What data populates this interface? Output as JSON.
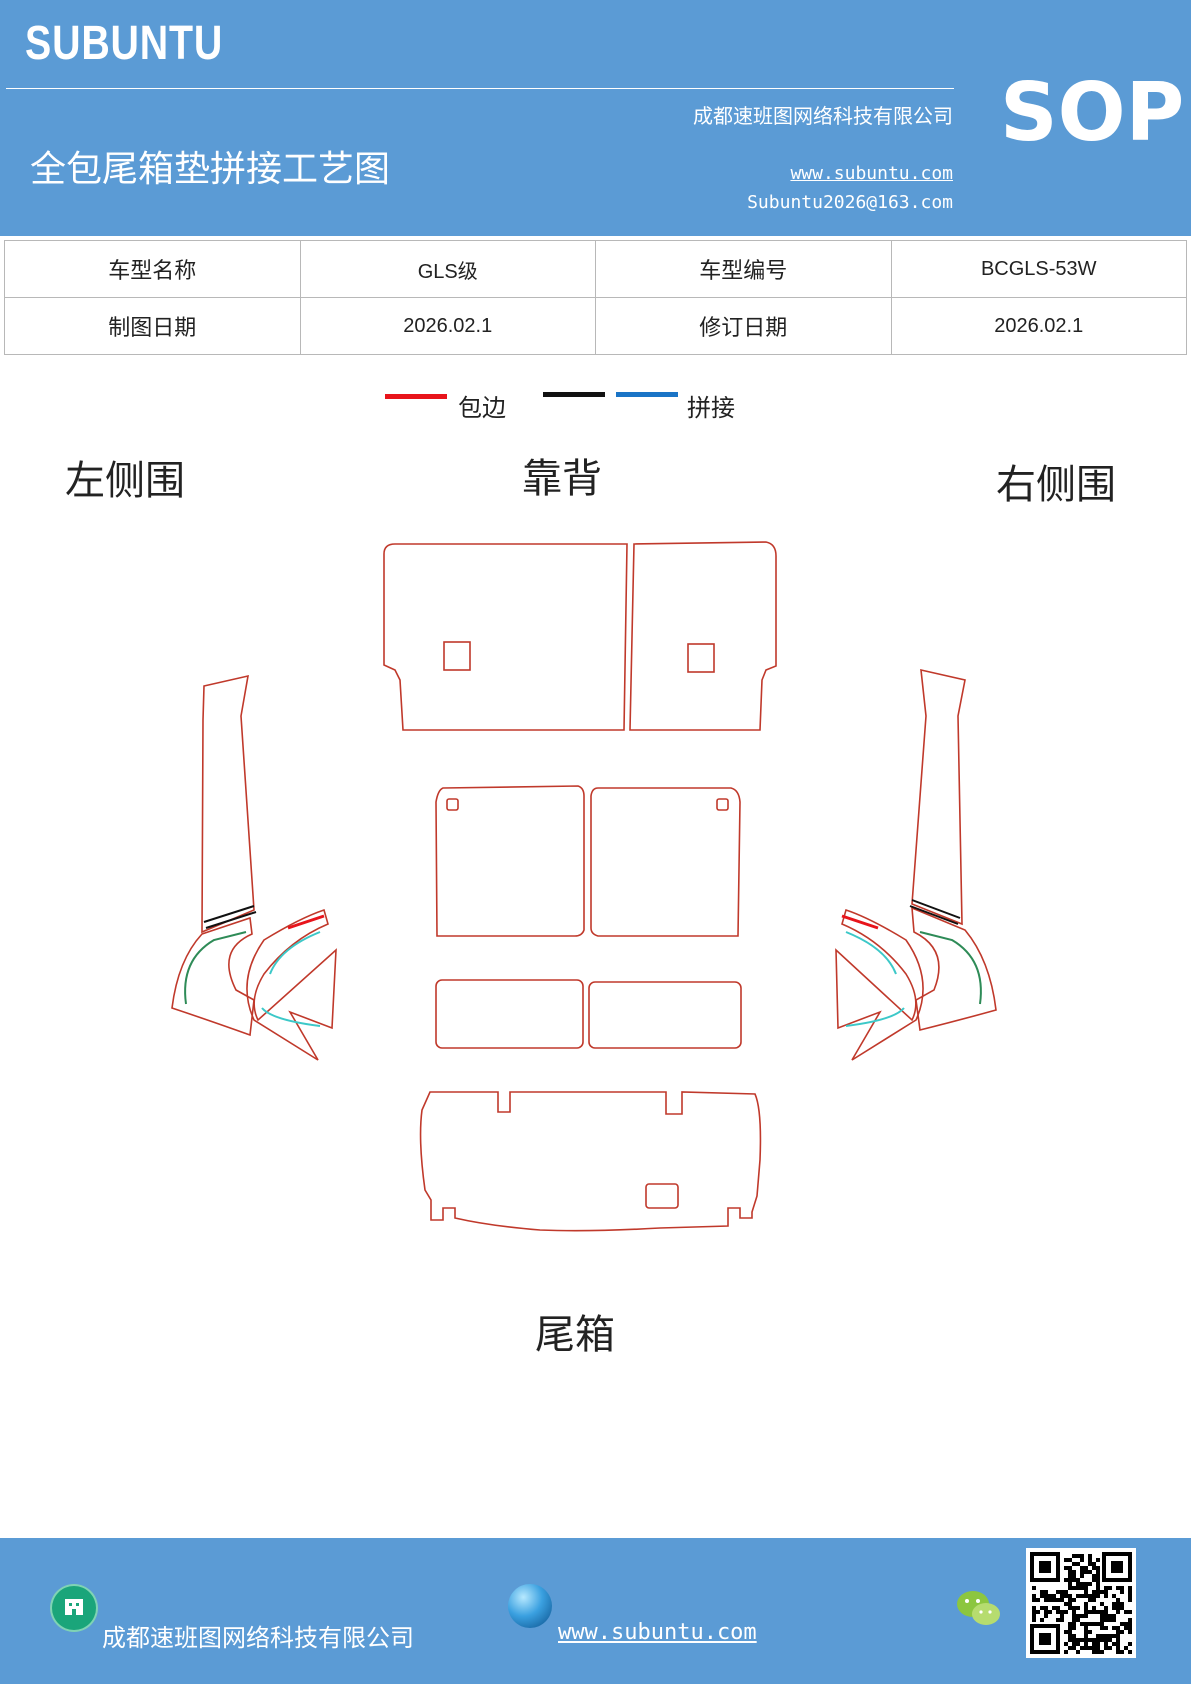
{
  "header": {
    "brand": "SUBUNTU",
    "title": "全包尾箱垫拼接工艺图",
    "company": "成都速班图网络科技有限公司",
    "website": "www.subuntu.com",
    "email": "Subuntu2026@163.com",
    "badge": "SOP",
    "background_color": "#5b9bd5"
  },
  "info_table": {
    "rows": [
      [
        "车型名称",
        "GLS级",
        "车型编号",
        "BCGLS-53W"
      ],
      [
        "制图日期",
        "2026.02.1",
        "修订日期",
        "2026.02.1"
      ]
    ]
  },
  "legend": {
    "items": [
      {
        "label": "包边",
        "colors": [
          "#e8141b"
        ]
      },
      {
        "label": "拼接",
        "colors": [
          "#111111",
          "#1a74c6"
        ]
      }
    ]
  },
  "diagram": {
    "labels": {
      "left_side": "左侧围",
      "backrest": "靠背",
      "right_side": "右侧围",
      "trunk": "尾箱"
    },
    "colors": {
      "outline": "#c0392b",
      "seam_green": "#2e8b57",
      "seam_cyan": "#3cc8c8",
      "seam_black": "#111111"
    }
  },
  "footer": {
    "company": "成都速班图网络科技有限公司",
    "website": "www.subuntu.com",
    "icons": [
      "building-icon",
      "globe-icon",
      "wechat-icon",
      "qr-code-icon"
    ]
  }
}
